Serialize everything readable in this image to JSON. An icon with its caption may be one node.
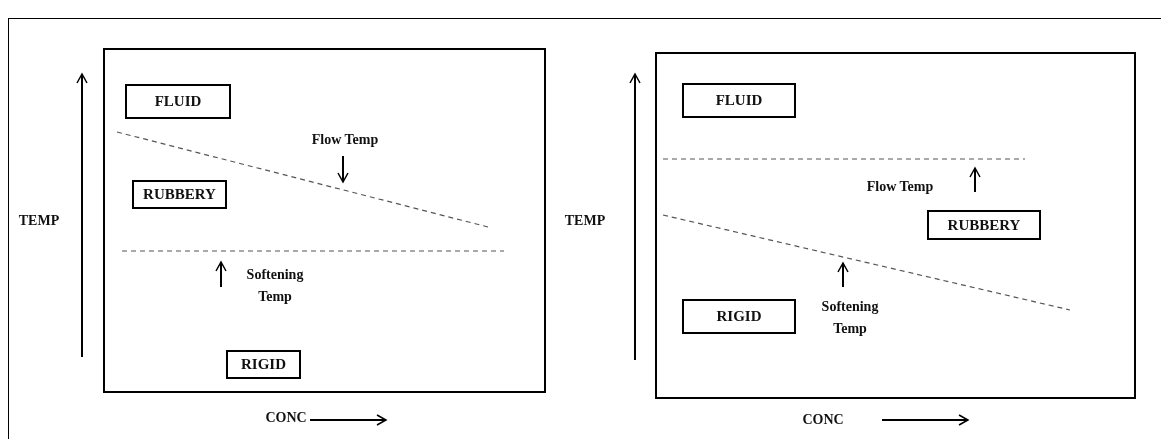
{
  "diagram": {
    "nodes": [
      {
        "text": [],
        "shape": "box"
      },
      {
        "text": [
          "FLUID"
        ],
        "in": 0
      },
      {
        "text": [
          "RUBBERY"
        ],
        "in": 0
      },
      {
        "text": [
          "RIGID"
        ],
        "in": 0
      },
      {
        "text": [],
        "shape": "box"
      },
      {
        "text": [
          "FLUID"
        ],
        "in": 4
      },
      {
        "text": [
          "RUBBERY"
        ],
        "in": 4
      },
      {
        "text": [
          "RIGID"
        ],
        "in": 4
      }
    ],
    "edges": [],
    "labels": [
      "TEMP",
      "Flow Temp",
      "Softening Temp",
      "CONC",
      "TEMP",
      "Flow Temp",
      "Softening Temp",
      "CONC"
    ]
  }
}
